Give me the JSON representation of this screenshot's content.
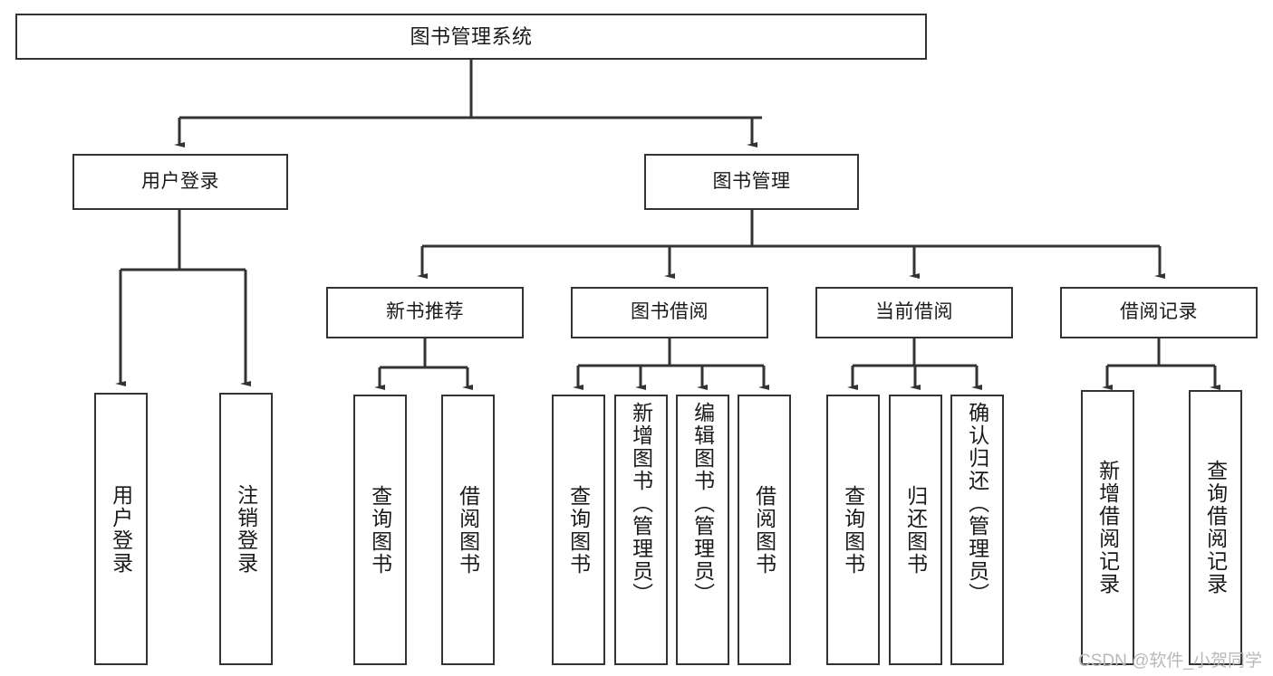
{
  "diagram": {
    "type": "hierarchy-tree",
    "title": "图书管理系统",
    "root": {
      "id": "root",
      "label": "图书管理系统"
    },
    "level2": [
      {
        "id": "user-login",
        "label": "用户登录"
      },
      {
        "id": "book-manage",
        "label": "图书管理"
      }
    ],
    "level3": [
      {
        "id": "new-book-recommend",
        "label": "新书推荐",
        "parent": "book-manage"
      },
      {
        "id": "book-borrow",
        "label": "图书借阅",
        "parent": "book-manage"
      },
      {
        "id": "current-borrow",
        "label": "当前借阅",
        "parent": "book-manage"
      },
      {
        "id": "borrow-record",
        "label": "借阅记录",
        "parent": "book-manage"
      }
    ],
    "leaves": {
      "user-login": [
        {
          "id": "leaf-user-login",
          "label": "用户登录"
        },
        {
          "id": "leaf-logout-login",
          "label": "注销登录"
        }
      ],
      "new-book-recommend": [
        {
          "id": "leaf-query-book-1",
          "label": "查询图书"
        },
        {
          "id": "leaf-borrow-book-1",
          "label": "借阅图书"
        }
      ],
      "book-borrow": [
        {
          "id": "leaf-query-book-2",
          "label": "查询图书"
        },
        {
          "id": "leaf-add-book",
          "label": "新增图书（管理员）"
        },
        {
          "id": "leaf-edit-book",
          "label": "编辑图书（管理员）"
        },
        {
          "id": "leaf-borrow-book-2",
          "label": "借阅图书"
        }
      ],
      "current-borrow": [
        {
          "id": "leaf-query-book-3",
          "label": "查询图书"
        },
        {
          "id": "leaf-return-book",
          "label": "归还图书"
        },
        {
          "id": "leaf-confirm-return",
          "label": "确认归还（管理员）"
        }
      ],
      "borrow-record": [
        {
          "id": "leaf-add-record",
          "label": "新增借阅记录"
        },
        {
          "id": "leaf-query-record",
          "label": "查询借阅记录"
        }
      ]
    }
  },
  "watermark": {
    "text": "CSDN @软件_小贺同学"
  },
  "colors": {
    "stroke": "#333333",
    "box_fill": "#ffffff",
    "text": "#1a1a1a",
    "watermark": "#b9b9b9",
    "background": "#ffffff"
  }
}
